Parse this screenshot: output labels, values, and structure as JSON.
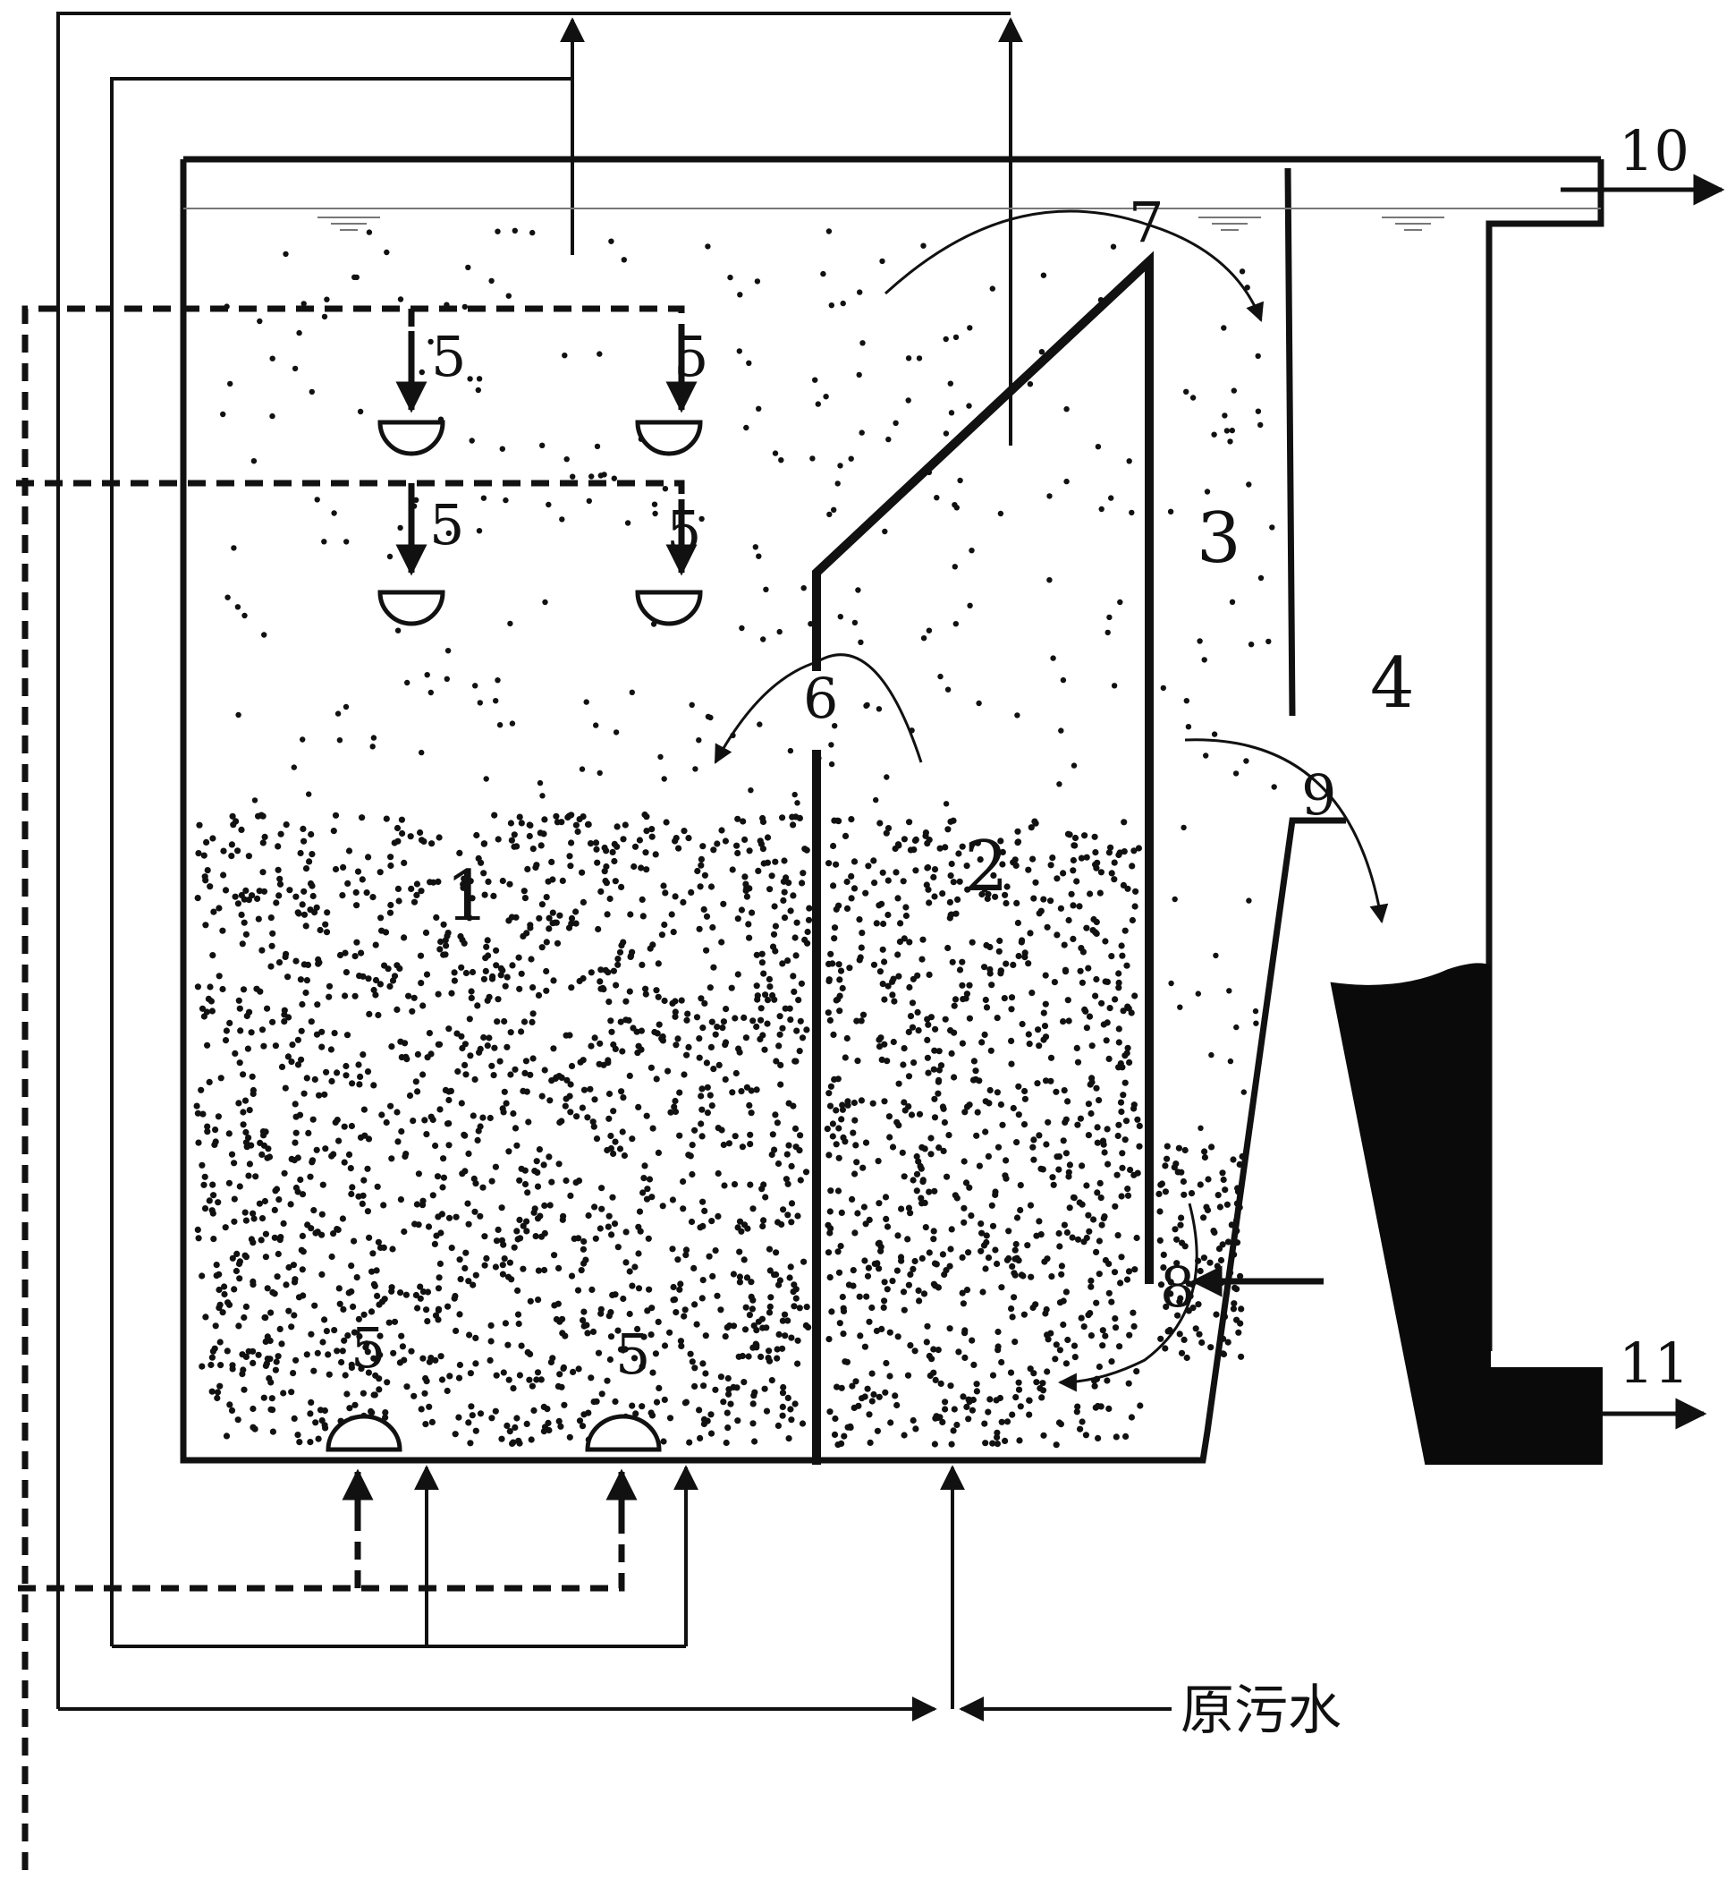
{
  "diagram": {
    "labels": {
      "zone1": "1",
      "zone2": "2",
      "zone3": "3",
      "zone4": "4",
      "aerator": "5",
      "flow6": "6",
      "flow7": "7",
      "flow8": "8",
      "flow9": "9",
      "outlet10": "10",
      "outlet11": "11",
      "raw_sewage": "原污水"
    },
    "colors": {
      "line": "#111111",
      "sludge": "#0a0a0a",
      "background": "#ffffff"
    }
  }
}
